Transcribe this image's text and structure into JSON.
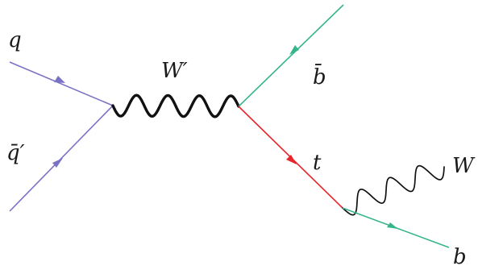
{
  "diagram": {
    "type": "feynman",
    "labels": {
      "q": "q",
      "qbar_prime": "q̄′",
      "w_prime": "W′",
      "b_bar": "b̄",
      "top": "t",
      "w": "W",
      "b": "b"
    },
    "colors": {
      "light_quark": "#7a72c4",
      "b_quark": "#35b58a",
      "top_quark": "#e8242c",
      "boson": "#111111"
    }
  }
}
